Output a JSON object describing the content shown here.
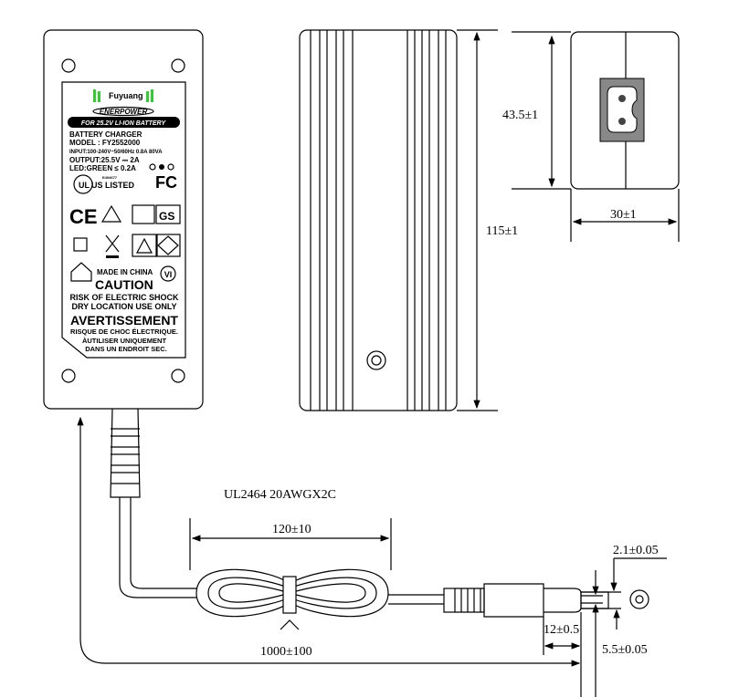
{
  "label": {
    "brand": "Fuyuang",
    "sub_brand": "ENERPOWER",
    "banner": "FOR 25.2V LI-ION BATTERY",
    "lines": [
      "BATTERY CHARGER",
      "MODEL : FY2552000",
      "INPUT:100-240V~50/60Hz 0.8A 80VA",
      "OUTPUT:25.5V ⎓ 2A",
      "LED:GREEN ≤ 0.2A"
    ],
    "ul_text": "US LISTED",
    "ul_number": "E494677",
    "made_in": "MADE IN CHINA",
    "caution": "CAUTION",
    "caution_lines": [
      "RISK OF ELECTRIC SHOCK",
      "DRY LOCATION USE ONLY"
    ],
    "avertissement": "AVERTISSEMENT",
    "french_lines": [
      "RISQUE DE CHOC ÉLECTRIQUE.",
      "ÀUTILISER UNIQUEMENT",
      "DANS UN ENDROIT SEC."
    ],
    "efficiency": "VI"
  },
  "dimensions": {
    "height": "115±1",
    "socket_height": "43.5±1",
    "depth": "30±1",
    "cable_spec": "UL2464 20AWGX2C",
    "coil_length": "120±10",
    "cable_length": "1000±100",
    "plug_length": "12±0.5",
    "inner_diameter": "2.1±0.05",
    "outer_diameter": "5.5±0.05"
  }
}
